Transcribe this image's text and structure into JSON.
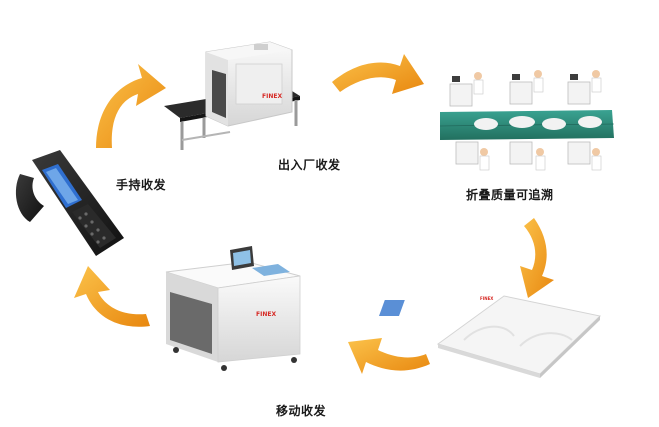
{
  "labels": {
    "gate": "出入厂收发",
    "folding": "折叠质量可追溯",
    "handheld": "手持收发",
    "mobile": "移动收发"
  },
  "logos": {
    "brand": "FINEX"
  },
  "icons": {
    "arrow": "orange-curved-arrow",
    "gate": "rfid-tunnel-scanner-icon",
    "folding": "folding-workers-conveyor-icon",
    "table": "rfid-pad-table-icon",
    "mobile": "mobile-rfid-cart-icon",
    "handheld": "handheld-rfid-reader-icon"
  },
  "colors": {
    "arrow_light": "#fbc24a",
    "arrow_dark": "#e8870f",
    "conveyor": "#2e8a7c",
    "device_white": "#f4f4f4",
    "device_gray": "#9a9a9a",
    "brand_red": "#d62a25"
  }
}
